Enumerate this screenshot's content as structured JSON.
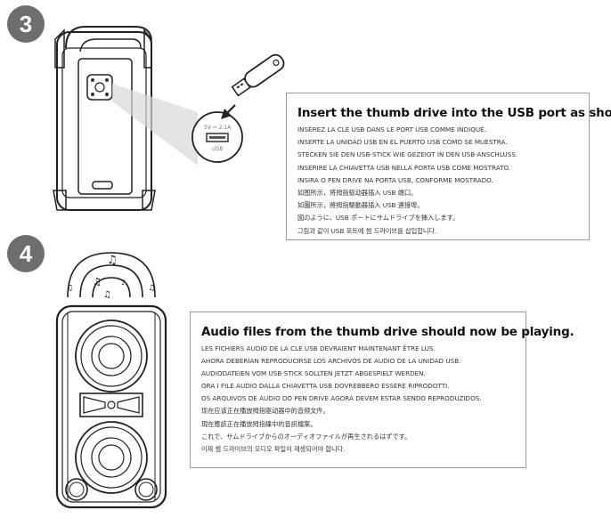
{
  "step3": {
    "number": "3",
    "port_label_top": "5V ⎓ 2.1A",
    "port_label_bottom": "USB",
    "title": "Insert the thumb drive into the USB port as shown.",
    "lines": [
      "INSÉREZ LA CLÉ USB DANS LE PORT USB COMME INDIQUÉ.",
      "INSERTE LA UNIDAD USB EN EL PUERTO USB COMO SE MUESTRA.",
      "STECKEN SIE DEN USB-STICK WIE GEZEIGT IN DEN USB-ANSCHLUSS.",
      "INSERIRE LA CHIAVETTA USB NELLA PORTA USB COME MOSTRATO.",
      "INSIRA O PEN DRIVE NA PORTA USB, CONFORME MOSTRADO.",
      "如图所示，将拇指驱动器插入 USB 端口。",
      "如圖所示，將拇指驅動器插入 USB 連接埠。",
      "図のように、USB ポートにサムドライブを挿入します。",
      "그림과 같이 USB 포트에 썸 드라이브를 삽입합니다."
    ]
  },
  "step4": {
    "number": "4",
    "title": "Audio files from the thumb drive should now be playing.",
    "lines": [
      "LES FICHIERS AUDIO DE LA CLÉ USB DEVRAIENT MAINTENANT ÊTRE LUS.",
      "AHORA DEBERÍAN REPRODUCIRSE LOS ARCHIVOS DE AUDIO DE LA UNIDAD USB.",
      "AUDIODATEIEN VOM USB-STICK SOLLTEN JETZT ABGESPIELT WERDEN.",
      "ORA I FILE AUDIO DALLA CHIAVETTA USB DOVREBBERO ESSERE RIPRODOTTI.",
      "OS ARQUIVOS DE ÁUDIO DO PEN DRIVE AGORA DEVEM ESTAR SENDO REPRODUZIDOS.",
      "现在应该正在播放拇指驱动器中的音频文件。",
      "現在應該正在播放拇指碟中的音訊檔案。",
      "これで、サムドライブからのオーディオファイルが再生されるはずです。",
      "이제 썸 드라이브의 오디오 파일이 재생되어야 합니다."
    ]
  },
  "icons": {
    "speaker_back": "speaker-back-illustration",
    "usb_drive": "usb-thumb-drive-icon",
    "speaker_front": "speaker-front-illustration",
    "music_notes": "music-note-icon",
    "sound_waves": "sound-wave-icon"
  }
}
